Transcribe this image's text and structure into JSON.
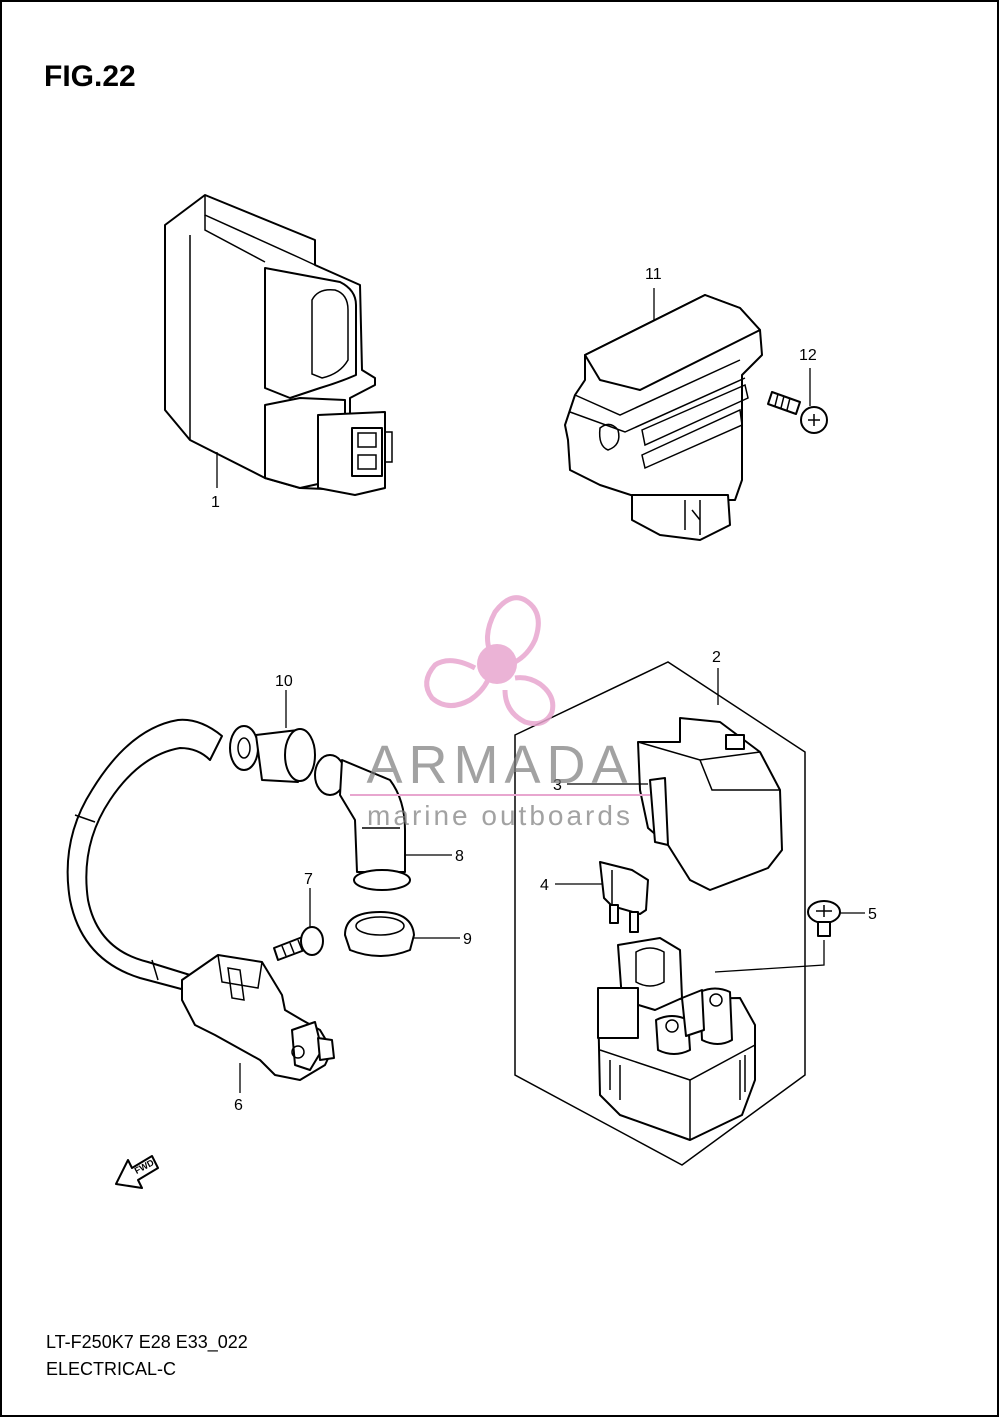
{
  "figure": {
    "title": "FIG.22",
    "model_code": "LT-F250K7 E28 E33_022",
    "section": "ELECTRICAL-C"
  },
  "callouts": [
    {
      "id": "1",
      "label": "1"
    },
    {
      "id": "2",
      "label": "2"
    },
    {
      "id": "3",
      "label": "3"
    },
    {
      "id": "4",
      "label": "4"
    },
    {
      "id": "5",
      "label": "5"
    },
    {
      "id": "6",
      "label": "6"
    },
    {
      "id": "7",
      "label": "7"
    },
    {
      "id": "8",
      "label": "8"
    },
    {
      "id": "9",
      "label": "9"
    },
    {
      "id": "10",
      "label": "10"
    },
    {
      "id": "11",
      "label": "11"
    },
    {
      "id": "12",
      "label": "12"
    }
  ],
  "watermark": {
    "brand": "ARMADA",
    "tagline": "marine outboards",
    "color": "#e8a6cf"
  },
  "fwd_arrow": {
    "label": "FWD"
  },
  "colors": {
    "line": "#000000",
    "background": "#ffffff",
    "watermark": "#e8a6cf"
  }
}
